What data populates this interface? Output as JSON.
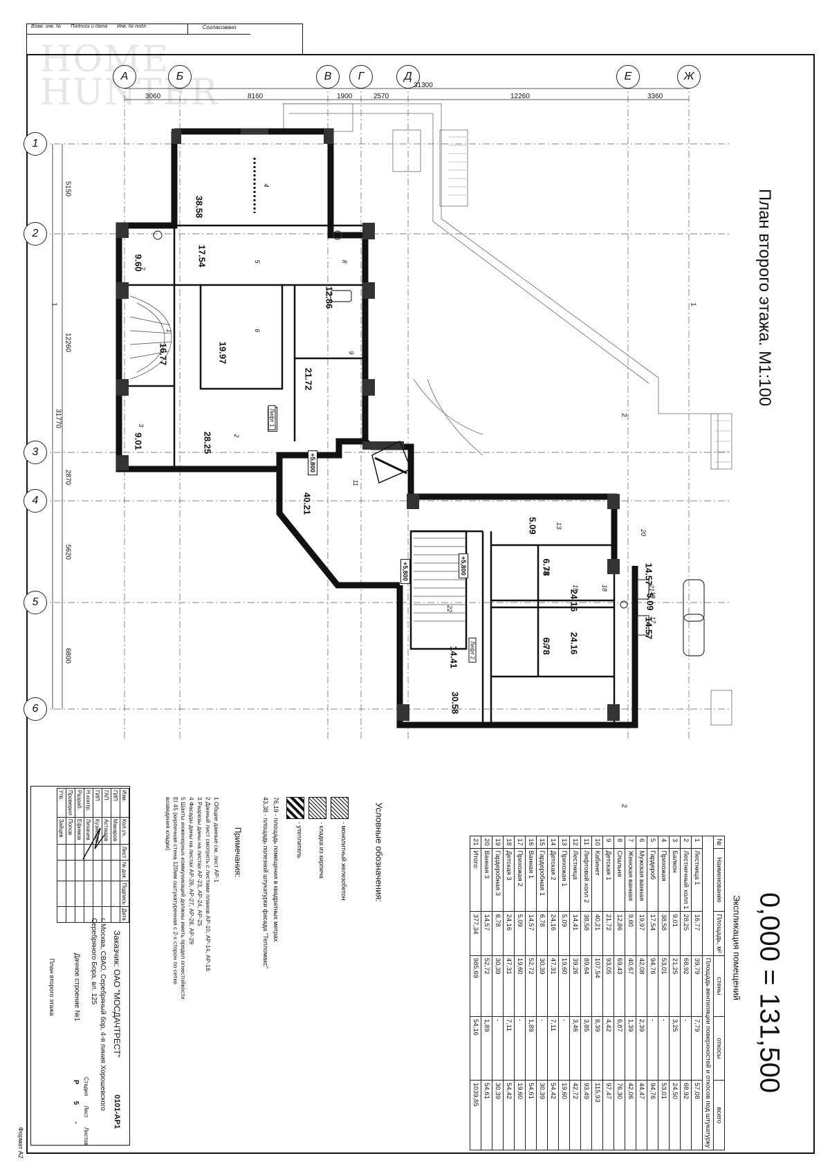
{
  "watermark": [
    "HOME",
    "HUNTER"
  ],
  "top_stamp": {
    "cells": [
      "Взам. инв. №",
      "Подпись и дата",
      "Инв. № подл."
    ],
    "label": "Согласовано"
  },
  "title": "План второго этажа. М1:100",
  "level_note": "0,000 = 131,500",
  "axes_letters": [
    "А",
    "Б",
    "В",
    "Г",
    "Д",
    "Е",
    "Ж"
  ],
  "axes_numbers": [
    "1",
    "2",
    "3",
    "4",
    "5",
    "6"
  ],
  "dims_top": {
    "total": "31300",
    "segments": [
      "3060",
      "8160",
      "1900",
      "2570",
      "12260",
      "3360"
    ]
  },
  "dims_left": {
    "total": "31770",
    "segments": [
      "5150",
      "12260",
      "2870",
      "5620",
      "6800"
    ]
  },
  "rooms": [
    {
      "num": "1",
      "area": "16.77"
    },
    {
      "num": "2",
      "area": "28.25"
    },
    {
      "num": "3",
      "area": "9.01"
    },
    {
      "num": "4",
      "area": "38.58"
    },
    {
      "num": "5",
      "area": "17.54"
    },
    {
      "num": "6",
      "area": "19.97"
    },
    {
      "num": "7",
      "area": "9.60"
    },
    {
      "num": "8",
      "area": "12.86"
    },
    {
      "num": "9",
      "area": "21.72"
    },
    {
      "num": "11",
      "area": "40.21"
    },
    {
      "num": "13",
      "area": "5.09"
    },
    {
      "num": "14",
      "area": "6.78"
    },
    {
      "num": "15",
      "area": "24.16"
    },
    {
      "num": "16",
      "area": "6.78"
    },
    {
      "num": "17",
      "area": "14.57"
    },
    {
      "num": "18",
      "area": "24.16"
    },
    {
      "num": "19",
      "area": "5.09"
    },
    {
      "num": "20",
      "area": "14.41"
    },
    {
      "num": "21",
      "area": "14.57"
    },
    {
      "num": "22",
      "area": "30.58"
    }
  ],
  "levels": [
    "+5,800",
    "+5,800",
    "+5,800",
    "+5,800"
  ],
  "lifts": [
    "Лифт 1",
    "Лифт 2"
  ],
  "section_marks": [
    "1",
    "1",
    "2",
    "2"
  ],
  "explication": {
    "title": "Экспликация помещений",
    "headers": [
      "№",
      "Наименование",
      "Площадь, м²",
      "Площадь вентиляции поверхностей и откосов под штукатурку",
      "стены",
      "откосы",
      "всего"
    ],
    "rows": [
      [
        "1",
        "Лестница 1",
        "16,77",
        "39,79",
        "7,79",
        "57,08"
      ],
      [
        "2",
        "Лестничный холл 1",
        "28,25",
        "68,92",
        "-",
        "68,92"
      ],
      [
        "3",
        "Балкон",
        "9,01",
        "21,25",
        "3,25",
        "24,50"
      ],
      [
        "4",
        "Прихожая",
        "38,58",
        "53,01",
        "-",
        "53,01"
      ],
      [
        "5",
        "Гардероб",
        "17,54",
        "94,76",
        "-",
        "94,76"
      ],
      [
        "6",
        "Мужская ванная",
        "19,97",
        "42,08",
        "2,39",
        "44,47"
      ],
      [
        "7",
        "Женская ванная",
        "9,60",
        "40,67",
        "1,39",
        "42,06"
      ],
      [
        "8",
        "Спальня",
        "12,86",
        "69,43",
        "6,87",
        "76,30"
      ],
      [
        "9",
        "Детская 1",
        "21,72",
        "93,05",
        "4,42",
        "97,47"
      ],
      [
        "10",
        "Кабинет",
        "40,21",
        "107,54",
        "8,39",
        "115,93"
      ],
      [
        "11",
        "Лифтовой холл 2",
        "38,58",
        "89,64",
        "3,85",
        "93,49"
      ],
      [
        "12",
        "Лестница",
        "14,41",
        "39,26",
        "3,46",
        "42,72"
      ],
      [
        "13",
        "Прихожая 1",
        "5,09",
        "19,60",
        "-",
        "19,60"
      ],
      [
        "14",
        "Детская 2",
        "24,16",
        "47,31",
        "7,11",
        "54,42"
      ],
      [
        "15",
        "Гардеробная 1",
        "6,78",
        "30,39",
        "-",
        "30,39"
      ],
      [
        "16",
        "Ванная 1",
        "14,57",
        "52,72",
        "1,89",
        "54,61"
      ],
      [
        "17",
        "Прихожая 2",
        "5,09",
        "19,60",
        "-",
        "19,60"
      ],
      [
        "18",
        "Детская 3",
        "24,16",
        "47,31",
        "7,11",
        "54,42"
      ],
      [
        "19",
        "Гардеробная 3",
        "6,78",
        "30,39",
        "-",
        "30,39"
      ],
      [
        "20",
        "Ванная 3",
        "14,57",
        "52,72",
        "1,89",
        "54,61"
      ],
      [
        "21",
        "Итого:",
        "377,34",
        "985,69",
        "54,16",
        "1039,85"
      ]
    ]
  },
  "legend": {
    "title": "Условные обозначения:",
    "items": [
      "- монолитный железобетон",
      "- кладка из кирпича",
      "- утеплитель"
    ],
    "extra": [
      "76,19 - площадь помещения в квадратных метрах",
      "43,38 - площадь полезной штукатурки фасада \"Тепломакс\""
    ]
  },
  "notes": {
    "title": "Примечания:",
    "items": [
      "1 Общие данные см. лист АР-1",
      "2 Данный лист смотреть с листами планов АР-10, АР-14, АР-18",
      "3 Разрезы даны на листах АР-23, АР-24, АР-25",
      "4 Фасады даны на листах АР-26, АР-27, АР-28, АР-29",
      "5 Шахты инженерных коммуникаций должны иметь предел огнестойкости EI 45 (кирпичная стена 120мм оштукатуренная с 2-х сторон по сетке возведения кладки)"
    ]
  },
  "titleblock": {
    "code": "0101-АР1",
    "customer": "Заказчик: ОАО \"МОСДАЧТРЕСТ\"",
    "address": "г. Москва, СВАО, Серебряный бор, 4-я линия Хорошевского Серебряного Бора, вл. 125",
    "object": "Дачное строение №1",
    "sheet_title": "План второго этажа",
    "stage_head": [
      "Стадия",
      "Лист",
      "Листов"
    ],
    "stage": [
      "Р",
      "5",
      "-"
    ],
    "format": "Формат А2",
    "people_head": [
      "Изм.",
      "Кол.уч.",
      "Лист",
      "№ док.",
      "Подпись",
      "Дата"
    ],
    "people": [
      [
        "ГИП",
        "Макаров"
      ],
      [
        "ГАП",
        "Асташов"
      ],
      [
        "ГИП",
        "Кузнецов"
      ],
      [
        "Н.контр.",
        "Лихачев"
      ],
      [
        "Разраб.",
        "Ефимов"
      ],
      [
        "Проверил",
        "Попов"
      ],
      [
        "Утв.",
        "Зайцев"
      ]
    ]
  }
}
